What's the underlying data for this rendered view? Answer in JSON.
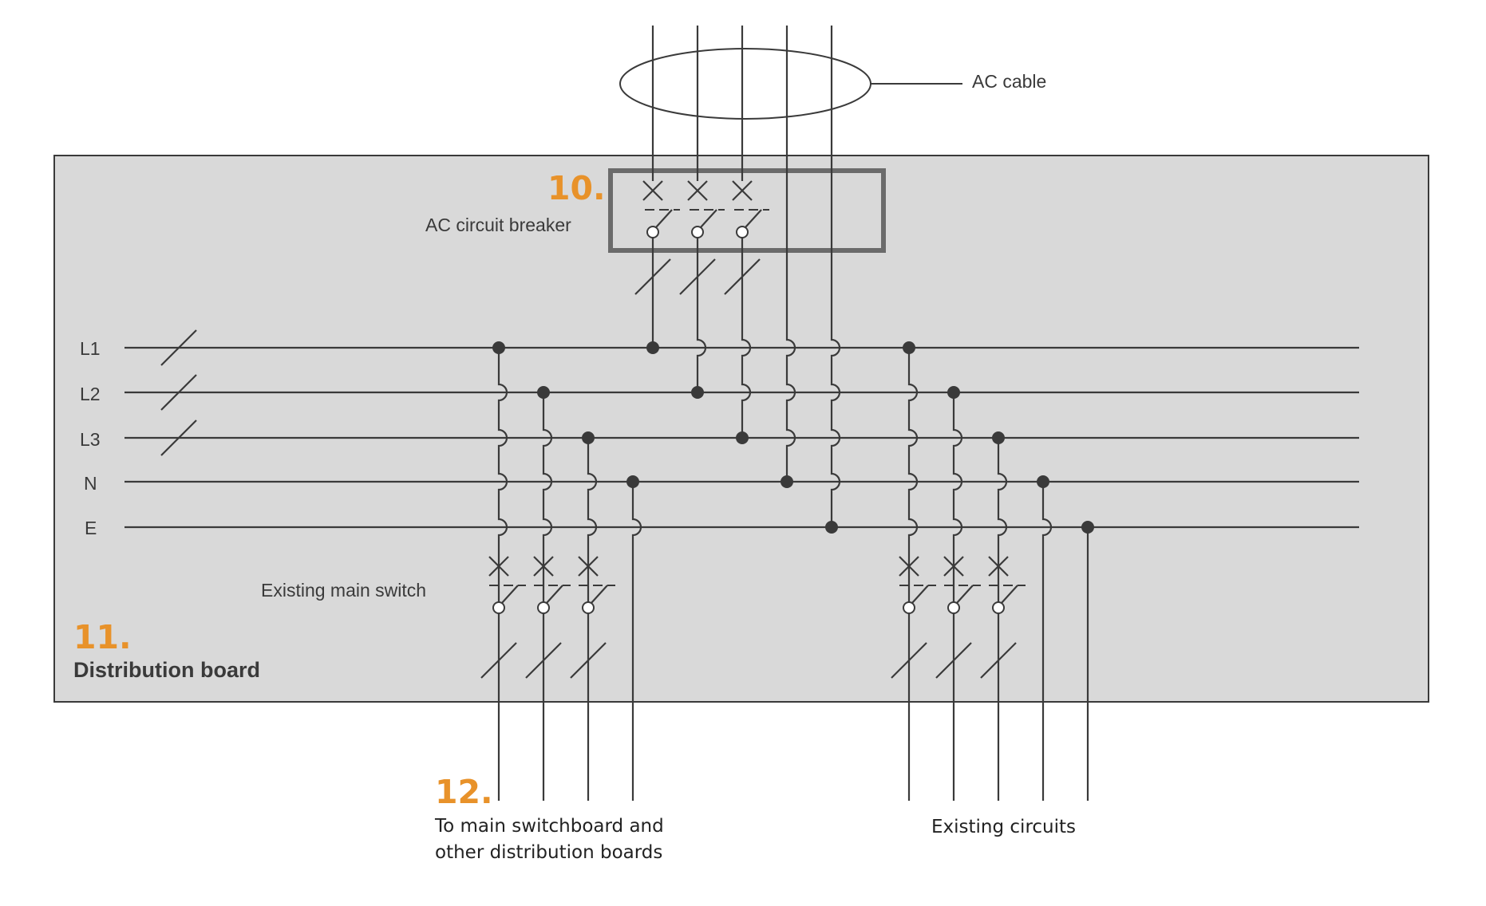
{
  "labels": {
    "ac_cable": "AC cable",
    "breaker_number": "10.",
    "breaker_label": "AC circuit breaker",
    "board_number": "11.",
    "board_label": "Distribution board",
    "main_switch_label": "Existing main switch",
    "outgoing_number": "12.",
    "outgoing_line1": "To main switchboard and",
    "outgoing_line2": "other distribution boards",
    "existing_circuits": "Existing circuits"
  },
  "busbars": [
    "L1",
    "L2",
    "L3",
    "N",
    "E"
  ],
  "colors": {
    "accent": "#e8922a",
    "board_fill": "#d9d9d9",
    "line": "#3a3a3a"
  }
}
